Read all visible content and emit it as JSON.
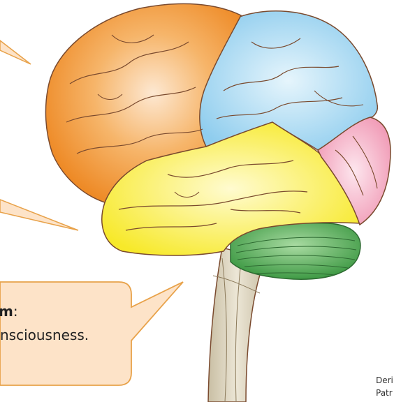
{
  "callouts": {
    "brainstem": {
      "title_fragment": "m",
      "title_colon": ":",
      "description_fragment": "nsciousness."
    }
  },
  "credit": {
    "line1": "Deri",
    "line2": "Patr"
  },
  "colors": {
    "frontal_lobe": "#f39a3c",
    "parietal_lobe": "#9fd6f0",
    "occipital_lobe": "#f3a8c0",
    "temporal_lobe": "#f7ec3a",
    "cerebellum": "#58b05a",
    "brainstem": "#d9d0b8",
    "callout_fill": "#fde3c8",
    "callout_border": "#e8a24a",
    "outline": "#7a4a2e"
  }
}
